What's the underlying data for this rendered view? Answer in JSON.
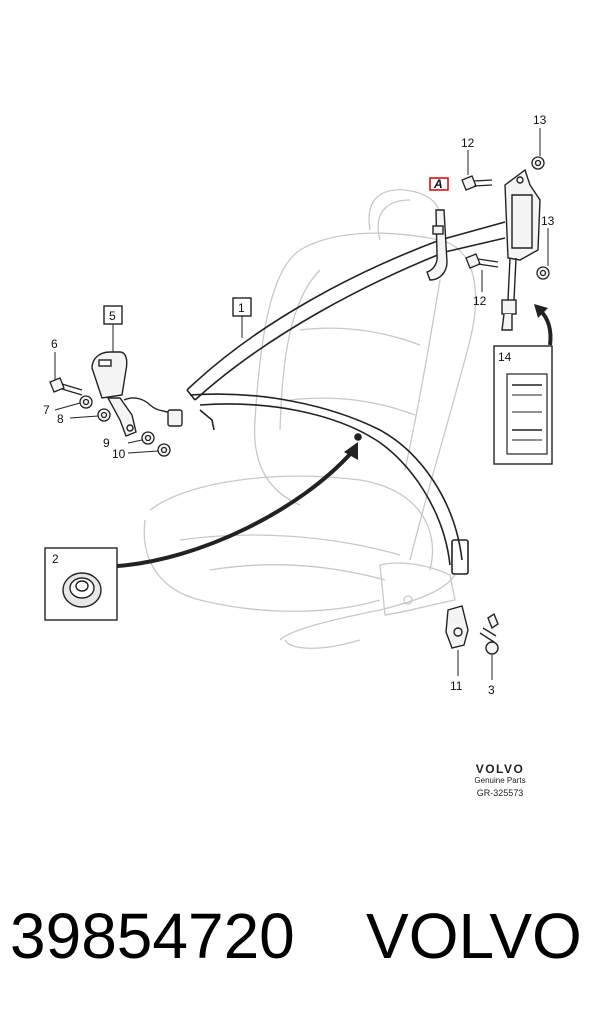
{
  "callouts": {
    "c1": "1",
    "c2": "2",
    "c3": "3",
    "c5": "5",
    "c6": "6",
    "c7": "7",
    "c8": "8",
    "c9": "9",
    "c10": "10",
    "c11": "11",
    "c12a": "12",
    "c12b": "12",
    "c13a": "13",
    "c13b": "13",
    "c14": "14",
    "cA": "A"
  },
  "brand": {
    "logo": "VOLVO",
    "subtitle": "Genuine Parts",
    "code": "GR-325573"
  },
  "footer": {
    "part_number": "39854720",
    "brand": "VOLVO"
  },
  "icons": [
    "seat-outline",
    "seatbelt-webbing",
    "buckle",
    "retractor",
    "bolt",
    "washer",
    "grommet",
    "label-sheet"
  ]
}
